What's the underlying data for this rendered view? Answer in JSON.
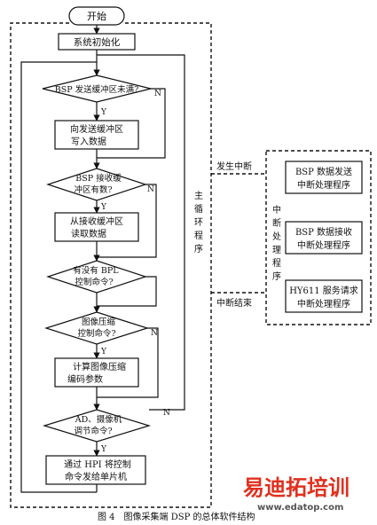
{
  "flow": {
    "start": "开始",
    "init": "系统初始化",
    "d1": "BSP 发送缓冲区未满?",
    "p1a": "向发送缓冲区",
    "p1b": "写入数据",
    "d2a": "BSP 接收缓",
    "d2b": "冲区有数?",
    "p2a": "从接收缓冲区",
    "p2b": "读取数据",
    "d3a": "有没有 BPL",
    "d3b": "控制命令?",
    "d4a": "图像压缩",
    "d4b": "控制命令?",
    "p4a": "计算图像压缩",
    "p4b": "编码参数",
    "d5a": "AD、摄像机",
    "d5b": "调节命令?",
    "p5a": "通过 HPI 将控制",
    "p5b": "命令发给单片机",
    "yes": "Y",
    "no": "N"
  },
  "side": {
    "main_loop": [
      "主",
      "循",
      "环",
      "程",
      "序"
    ],
    "interrupt_occurs": "发生中断",
    "interrupt_end": "中断结束",
    "isr_label": [
      "中",
      "断",
      "处",
      "理",
      "程",
      "序"
    ]
  },
  "isr": {
    "isr1a": "BSP 数据发送",
    "isr1b": "中断处理程序",
    "isr2a": "BSP 数据接收",
    "isr2b": "中断处理程序",
    "isr3a": "HY611 服务请求",
    "isr3b": "中断处理程序"
  },
  "caption": "图 4　图像采集端 DSP 的总体软件结构",
  "watermark": {
    "logo": "易迪拓培训",
    "url": "www.edatop.com"
  }
}
